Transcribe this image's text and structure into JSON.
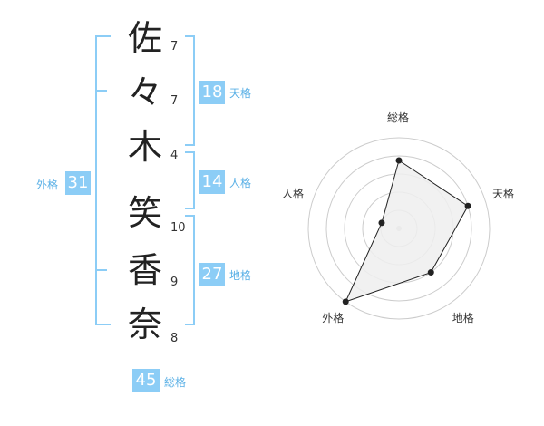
{
  "name": {
    "chars": [
      "佐",
      "々",
      "木",
      "笑",
      "香",
      "奈"
    ],
    "strokes": [
      "7",
      "7",
      "4",
      "10",
      "9",
      "8"
    ]
  },
  "fortune": {
    "tenkaku": {
      "label": "天格",
      "value": "18"
    },
    "jinkaku": {
      "label": "人格",
      "value": "14"
    },
    "chikaku": {
      "label": "地格",
      "value": "27"
    },
    "gaikaku": {
      "label": "外格",
      "value": "31"
    },
    "soukaku": {
      "label": "総格",
      "value": "45"
    }
  },
  "chart_data": {
    "type": "radar",
    "axes": [
      "総格",
      "天格",
      "地格",
      "外格",
      "人格"
    ],
    "values": [
      0.75,
      0.8,
      0.6,
      1.0,
      0.2
    ],
    "rings": 5,
    "colors": {
      "fill": "#eeeeee",
      "stroke": "#222222",
      "grid": "#cccccc"
    }
  },
  "colors": {
    "accent": "#8ccdf6",
    "accent_text": "#5ab0e6"
  }
}
